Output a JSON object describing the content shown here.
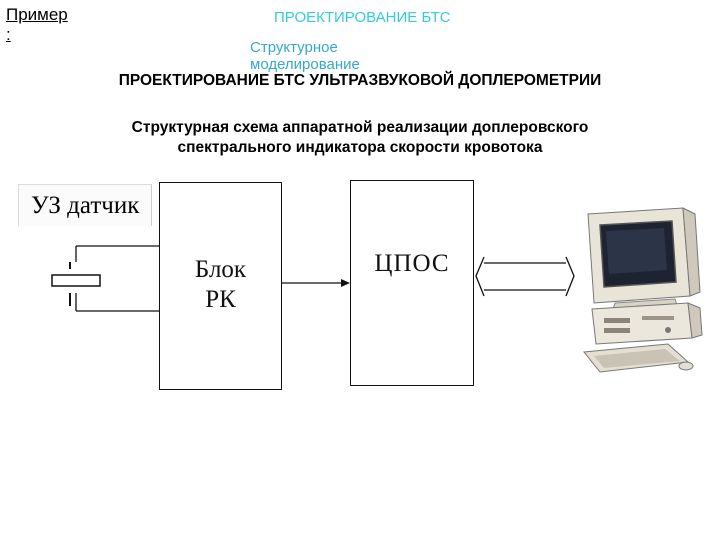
{
  "header": {
    "example_label": "Пример:",
    "topic": "ПРОЕКТИРОВАНИЕ БТС",
    "subtopic": "Структурное моделирование"
  },
  "main_title": "ПРОЕКТИРОВАНИЕ БТС УЛЬТРАЗВУКОВОЙ ДОПЛЕРОМЕТРИИ",
  "subtitle": "Структурная схема аппаратной реализации доплеровского спектрального индикатора скорости кровотока",
  "diagram": {
    "sensor_label": "УЗ датчик",
    "block_rk_line1": "Блок",
    "block_rk_line2": "РК",
    "block_dsp": "ЦПОС"
  },
  "icons": [
    "transducer-icon",
    "computer-icon"
  ]
}
